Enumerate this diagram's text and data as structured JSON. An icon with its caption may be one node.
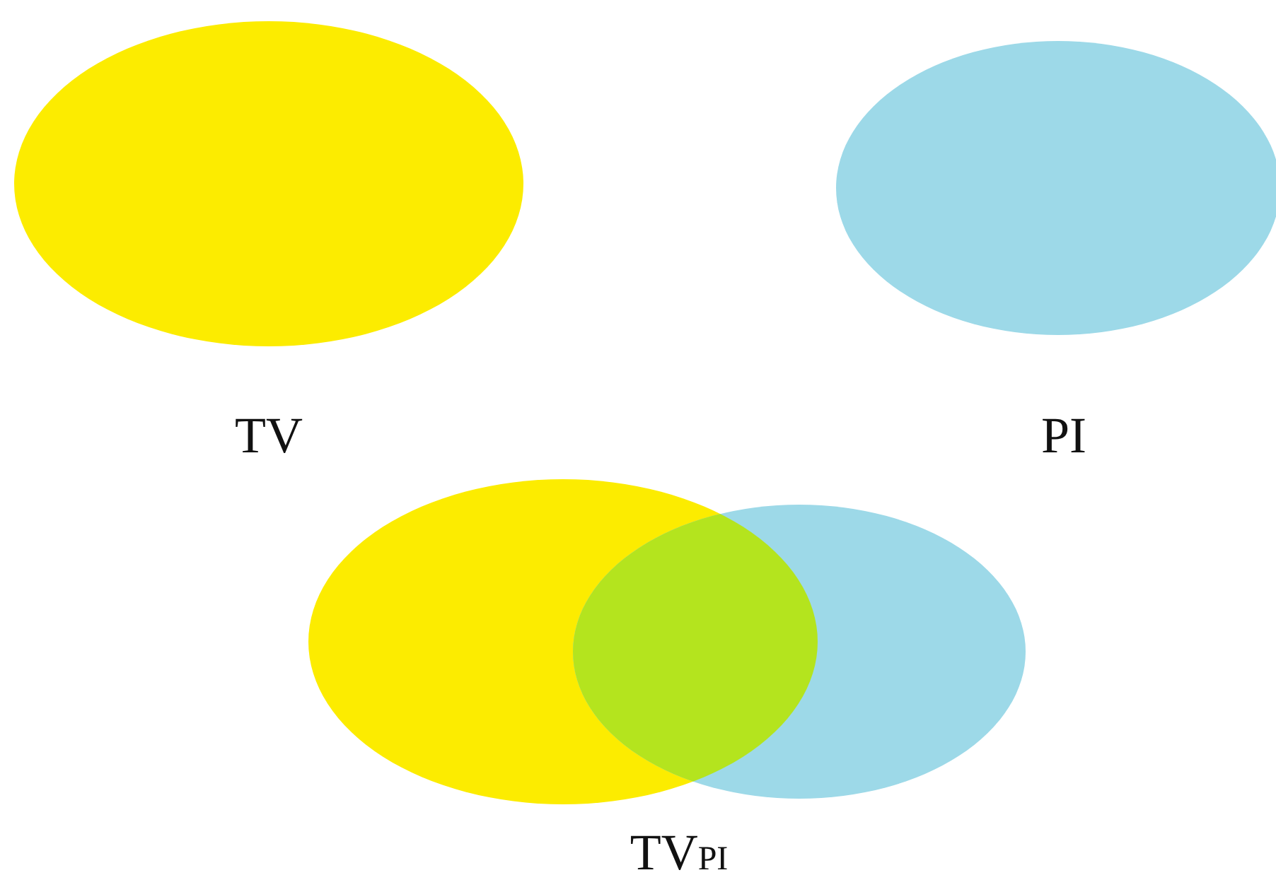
{
  "diagram": {
    "nodes": [
      {
        "text": [
          "TV"
        ]
      },
      {
        "text": [
          "PI"
        ]
      },
      {
        "text": [
          "TV$_{PI}$"
        ]
      }
    ]
  }
}
